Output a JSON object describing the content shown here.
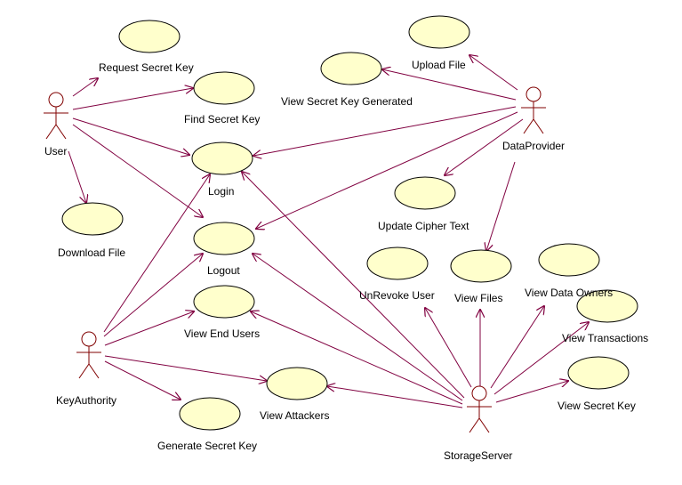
{
  "colors": {
    "line": "#800040",
    "usecase_fill": "#ffffcc",
    "actor": "#800000"
  },
  "actors": {
    "user": "User",
    "dataprovider": "DataProvider",
    "keyauthority": "KeyAuthority",
    "storageserver": "StorageServer"
  },
  "usecases": {
    "request_secret_key": "Request Secret Key",
    "find_secret_key": "Find Secret Key",
    "login": "Login",
    "logout": "Logout",
    "download_file": "Download File",
    "upload_file": "Upload File",
    "view_secret_key_generated": "View Secret Key Generated",
    "update_cipher_text": "Update Cipher Text",
    "unrevoke_user": "UnRevoke User",
    "view_files": "View Files",
    "view_data_owners": "View Data Owners",
    "view_transactions": "View Transactions",
    "view_secret_key": "View Secret Key",
    "view_end_users": "View End Users",
    "view_attackers": "View Attackers",
    "generate_secret_key": "Generate Secret Key"
  }
}
